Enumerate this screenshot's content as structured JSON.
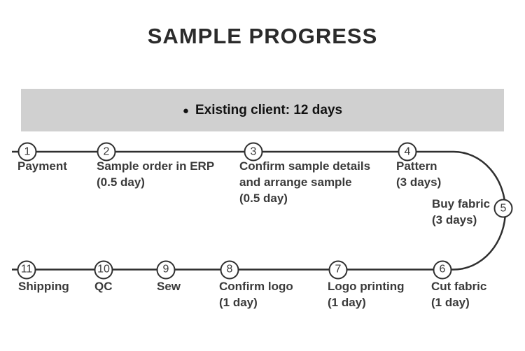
{
  "title": "SAMPLE PROGRESS",
  "banner": {
    "bullet": "●",
    "text": "Existing client: 12 days"
  },
  "flow": {
    "steps": [
      {
        "number": "1",
        "lines": [
          "Payment"
        ]
      },
      {
        "number": "2",
        "lines": [
          "Sample order in ERP",
          "(0.5 day)"
        ]
      },
      {
        "number": "3",
        "lines": [
          "Confirm sample details",
          "and arrange sample",
          "(0.5 day)"
        ]
      },
      {
        "number": "4",
        "lines": [
          "Pattern",
          "(3 days)"
        ]
      },
      {
        "number": "5",
        "lines": [
          "Buy fabric",
          "(3 days)"
        ]
      },
      {
        "number": "6",
        "lines": [
          "Cut fabric",
          "(1 day)"
        ]
      },
      {
        "number": "7",
        "lines": [
          "Logo printing",
          "(1 day)"
        ]
      },
      {
        "number": "8",
        "lines": [
          "Confirm logo",
          "(1 day)"
        ]
      },
      {
        "number": "9",
        "lines": [
          "Sew"
        ]
      },
      {
        "number": "10",
        "lines": [
          "QC"
        ]
      },
      {
        "number": "11",
        "lines": [
          "Shipping"
        ]
      }
    ]
  },
  "colors": {
    "banner_bg": "#d0d0d0",
    "line": "#2f2f2f",
    "text": "#3a3a3a",
    "title": "#2b2b2b"
  }
}
